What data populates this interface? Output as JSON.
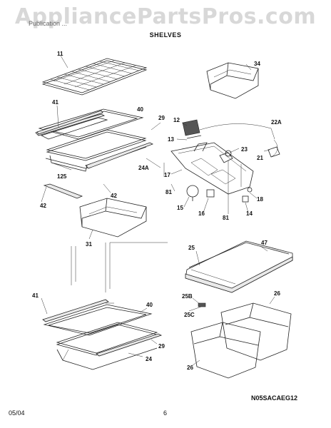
{
  "watermark": "AppliancePartsPros.com",
  "header": {
    "model_text": "Publication ...",
    "title": "SHELVES"
  },
  "footer": {
    "date": "05/04",
    "page": "6"
  },
  "diagram_code": "N05SACAEG12",
  "labels": {
    "p11": "11",
    "p34": "34",
    "p41a": "41",
    "p40a": "40",
    "p29a": "29",
    "p12": "12",
    "p13": "13",
    "p22a": "22A",
    "p23": "23",
    "p21": "21",
    "p24a": "24A",
    "p17": "17",
    "p125": "125",
    "p42a": "42",
    "p42b": "42",
    "p81a": "81",
    "p15": "15",
    "p16": "16",
    "p18": "18",
    "p14": "14",
    "p81b": "81",
    "p31": "31",
    "p25": "25",
    "p47": "47",
    "p41b": "41",
    "p40b": "40",
    "p25b": "25B",
    "p26a": "26",
    "p25c": "25C",
    "p29b": "29",
    "p24": "24",
    "p26b": "26"
  }
}
